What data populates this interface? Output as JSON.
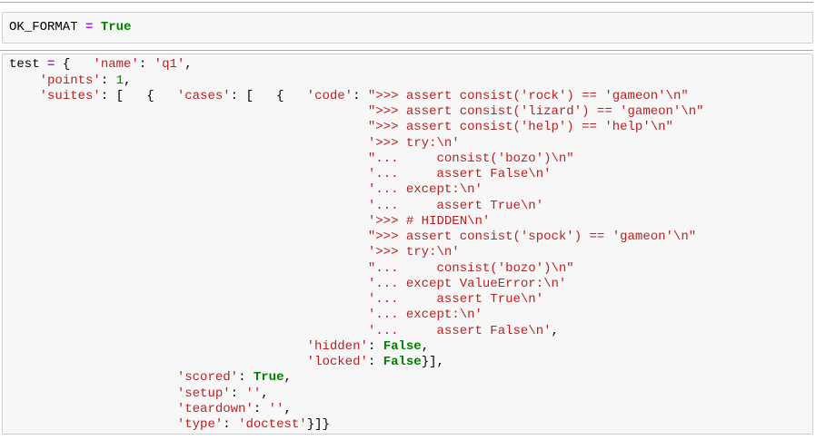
{
  "theme": {
    "page_background": "#ffffff",
    "cell_background": "#f7f7f7",
    "cell_border": "#cfcfcf",
    "separator_color": "#a9a9a9",
    "token_colors": {
      "plain": "#000000",
      "string": "#ba2121",
      "number": "#008000",
      "keyword": "#008000",
      "operator": "#aa22ff"
    }
  },
  "cells": [
    {
      "id": "ok-format-cell",
      "lines": [
        {
          "pad": 0,
          "tokens": [
            {
              "t": "OK_FORMAT ",
              "c": "plain"
            },
            {
              "t": "=",
              "c": "operator"
            },
            {
              "t": " ",
              "c": "plain"
            },
            {
              "t": "True",
              "c": "keyword"
            }
          ]
        }
      ]
    },
    {
      "id": "test-dict-cell",
      "lines": [
        {
          "pad": 0,
          "tokens": [
            {
              "t": "test ",
              "c": "plain"
            },
            {
              "t": "=",
              "c": "operator"
            },
            {
              "t": " {   ",
              "c": "plain"
            },
            {
              "t": "'name'",
              "c": "string"
            },
            {
              "t": ": ",
              "c": "plain"
            },
            {
              "t": "'q1'",
              "c": "string"
            },
            {
              "t": ",",
              "c": "plain"
            }
          ]
        },
        {
          "pad": 4,
          "tokens": [
            {
              "t": "'points'",
              "c": "string"
            },
            {
              "t": ": ",
              "c": "plain"
            },
            {
              "t": "1",
              "c": "number"
            },
            {
              "t": ",",
              "c": "plain"
            }
          ]
        },
        {
          "pad": 4,
          "tokens": [
            {
              "t": "'suites'",
              "c": "string"
            },
            {
              "t": ": [   {   ",
              "c": "plain"
            },
            {
              "t": "'cases'",
              "c": "string"
            },
            {
              "t": ": [   {   ",
              "c": "plain"
            },
            {
              "t": "'code'",
              "c": "string"
            },
            {
              "t": ": ",
              "c": "plain"
            },
            {
              "t": "\">>> assert consist('rock') == 'gameon'\\n\"",
              "c": "string"
            }
          ]
        },
        {
          "pad": 47,
          "tokens": [
            {
              "t": "\">>> assert consist('lizard') == 'gameon'\\n\"",
              "c": "string"
            }
          ]
        },
        {
          "pad": 47,
          "tokens": [
            {
              "t": "\">>> assert consist('help') == 'help'\\n\"",
              "c": "string"
            }
          ]
        },
        {
          "pad": 47,
          "tokens": [
            {
              "t": "'>>> try:\\n'",
              "c": "string"
            }
          ]
        },
        {
          "pad": 47,
          "tokens": [
            {
              "t": "\"...     consist('bozo')\\n\"",
              "c": "string"
            }
          ]
        },
        {
          "pad": 47,
          "tokens": [
            {
              "t": "'...     assert False\\n'",
              "c": "string"
            }
          ]
        },
        {
          "pad": 47,
          "tokens": [
            {
              "t": "'... except:\\n'",
              "c": "string"
            }
          ]
        },
        {
          "pad": 47,
          "tokens": [
            {
              "t": "'...     assert True\\n'",
              "c": "string"
            }
          ]
        },
        {
          "pad": 47,
          "tokens": [
            {
              "t": "'>>> # HIDDEN\\n'",
              "c": "string"
            }
          ]
        },
        {
          "pad": 47,
          "tokens": [
            {
              "t": "\">>> assert consist('spock') == 'gameon'\\n\"",
              "c": "string"
            }
          ]
        },
        {
          "pad": 47,
          "tokens": [
            {
              "t": "'>>> try:\\n'",
              "c": "string"
            }
          ]
        },
        {
          "pad": 47,
          "tokens": [
            {
              "t": "\"...     consist('bozo')\\n\"",
              "c": "string"
            }
          ]
        },
        {
          "pad": 47,
          "tokens": [
            {
              "t": "'... except ValueError:\\n'",
              "c": "string"
            }
          ]
        },
        {
          "pad": 47,
          "tokens": [
            {
              "t": "'...     assert True\\n'",
              "c": "string"
            }
          ]
        },
        {
          "pad": 47,
          "tokens": [
            {
              "t": "'... except:\\n'",
              "c": "string"
            }
          ]
        },
        {
          "pad": 47,
          "tokens": [
            {
              "t": "'...     assert False\\n'",
              "c": "string"
            },
            {
              "t": ",",
              "c": "plain"
            }
          ]
        },
        {
          "pad": 39,
          "tokens": [
            {
              "t": "'hidden'",
              "c": "string"
            },
            {
              "t": ": ",
              "c": "plain"
            },
            {
              "t": "False",
              "c": "keyword"
            },
            {
              "t": ",",
              "c": "plain"
            }
          ]
        },
        {
          "pad": 39,
          "tokens": [
            {
              "t": "'locked'",
              "c": "string"
            },
            {
              "t": ": ",
              "c": "plain"
            },
            {
              "t": "False",
              "c": "keyword"
            },
            {
              "t": "}],",
              "c": "plain"
            }
          ]
        },
        {
          "pad": 22,
          "tokens": [
            {
              "t": "'scored'",
              "c": "string"
            },
            {
              "t": ": ",
              "c": "plain"
            },
            {
              "t": "True",
              "c": "keyword"
            },
            {
              "t": ",",
              "c": "plain"
            }
          ]
        },
        {
          "pad": 22,
          "tokens": [
            {
              "t": "'setup'",
              "c": "string"
            },
            {
              "t": ": ",
              "c": "plain"
            },
            {
              "t": "''",
              "c": "string"
            },
            {
              "t": ",",
              "c": "plain"
            }
          ]
        },
        {
          "pad": 22,
          "tokens": [
            {
              "t": "'teardown'",
              "c": "string"
            },
            {
              "t": ": ",
              "c": "plain"
            },
            {
              "t": "''",
              "c": "string"
            },
            {
              "t": ",",
              "c": "plain"
            }
          ]
        },
        {
          "pad": 22,
          "tokens": [
            {
              "t": "'type'",
              "c": "string"
            },
            {
              "t": ": ",
              "c": "plain"
            },
            {
              "t": "'doctest'",
              "c": "string"
            },
            {
              "t": "}]}",
              "c": "plain"
            }
          ]
        }
      ]
    }
  ]
}
